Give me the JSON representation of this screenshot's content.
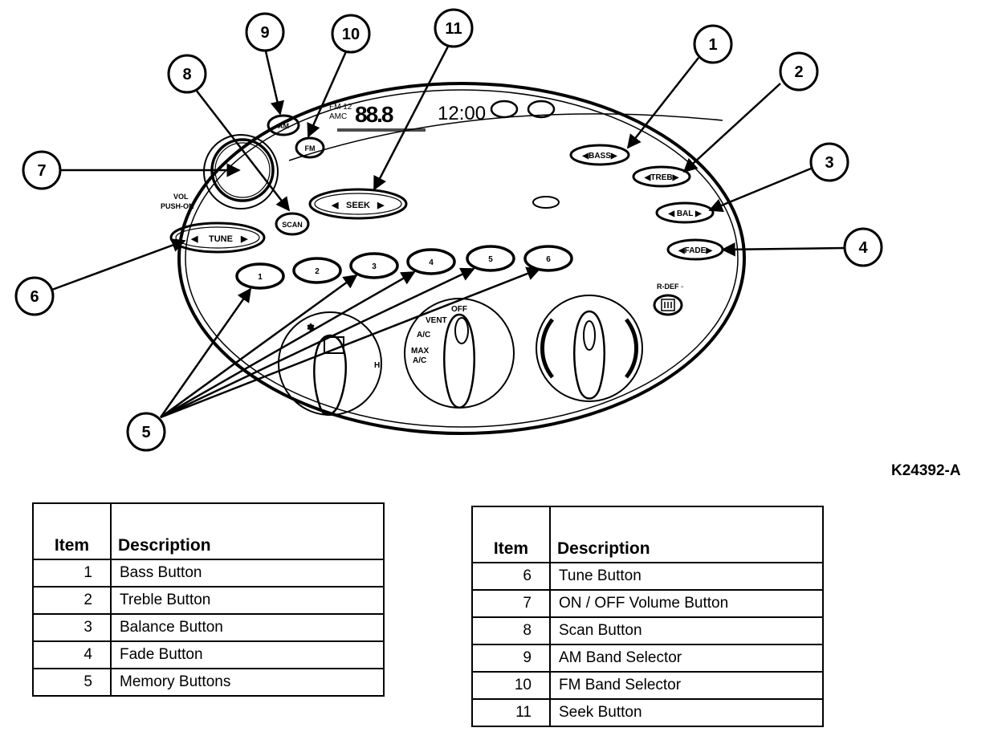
{
  "figure_id": "K24392-A",
  "callouts": [
    "1",
    "2",
    "3",
    "4",
    "5",
    "6",
    "7",
    "8",
    "9",
    "10",
    "11"
  ],
  "panel": {
    "display_text": "12:00",
    "display_band": [
      "FM 12",
      "AMC"
    ],
    "vol_label": [
      "VOL",
      "PUSH-ON"
    ],
    "buttons": {
      "am": "AM",
      "fm": "FM",
      "scan": "SCAN",
      "seek": "SEEK",
      "tune": "TUNE",
      "bass": "BASS",
      "treb": "TREB",
      "bal": "BAL",
      "fade": "FADE"
    },
    "presets": [
      "1",
      "2",
      "3",
      "4",
      "5",
      "6"
    ],
    "rdef": "R-DEF",
    "hvac": {
      "off": "OFF",
      "vent": "VENT",
      "ac": "A/C",
      "max": "MAX",
      "max_ac": "A/C",
      "hi": "HI"
    }
  },
  "legend_left": {
    "header_item": "Item",
    "header_desc": "Description",
    "rows": [
      {
        "item": "1",
        "desc": "Bass Button"
      },
      {
        "item": "2",
        "desc": "Treble Button"
      },
      {
        "item": "3",
        "desc": "Balance Button"
      },
      {
        "item": "4",
        "desc": "Fade Button"
      },
      {
        "item": "5",
        "desc": "Memory Buttons"
      }
    ]
  },
  "legend_right": {
    "header_item": "Item",
    "header_desc": "Description",
    "rows": [
      {
        "item": "6",
        "desc": "Tune Button"
      },
      {
        "item": "7",
        "desc": "ON / OFF Volume Button"
      },
      {
        "item": "8",
        "desc": "Scan Button"
      },
      {
        "item": "9",
        "desc": "AM Band Selector"
      },
      {
        "item": "10",
        "desc": "FM Band Selector"
      },
      {
        "item": "11",
        "desc": "Seek Button"
      }
    ]
  }
}
